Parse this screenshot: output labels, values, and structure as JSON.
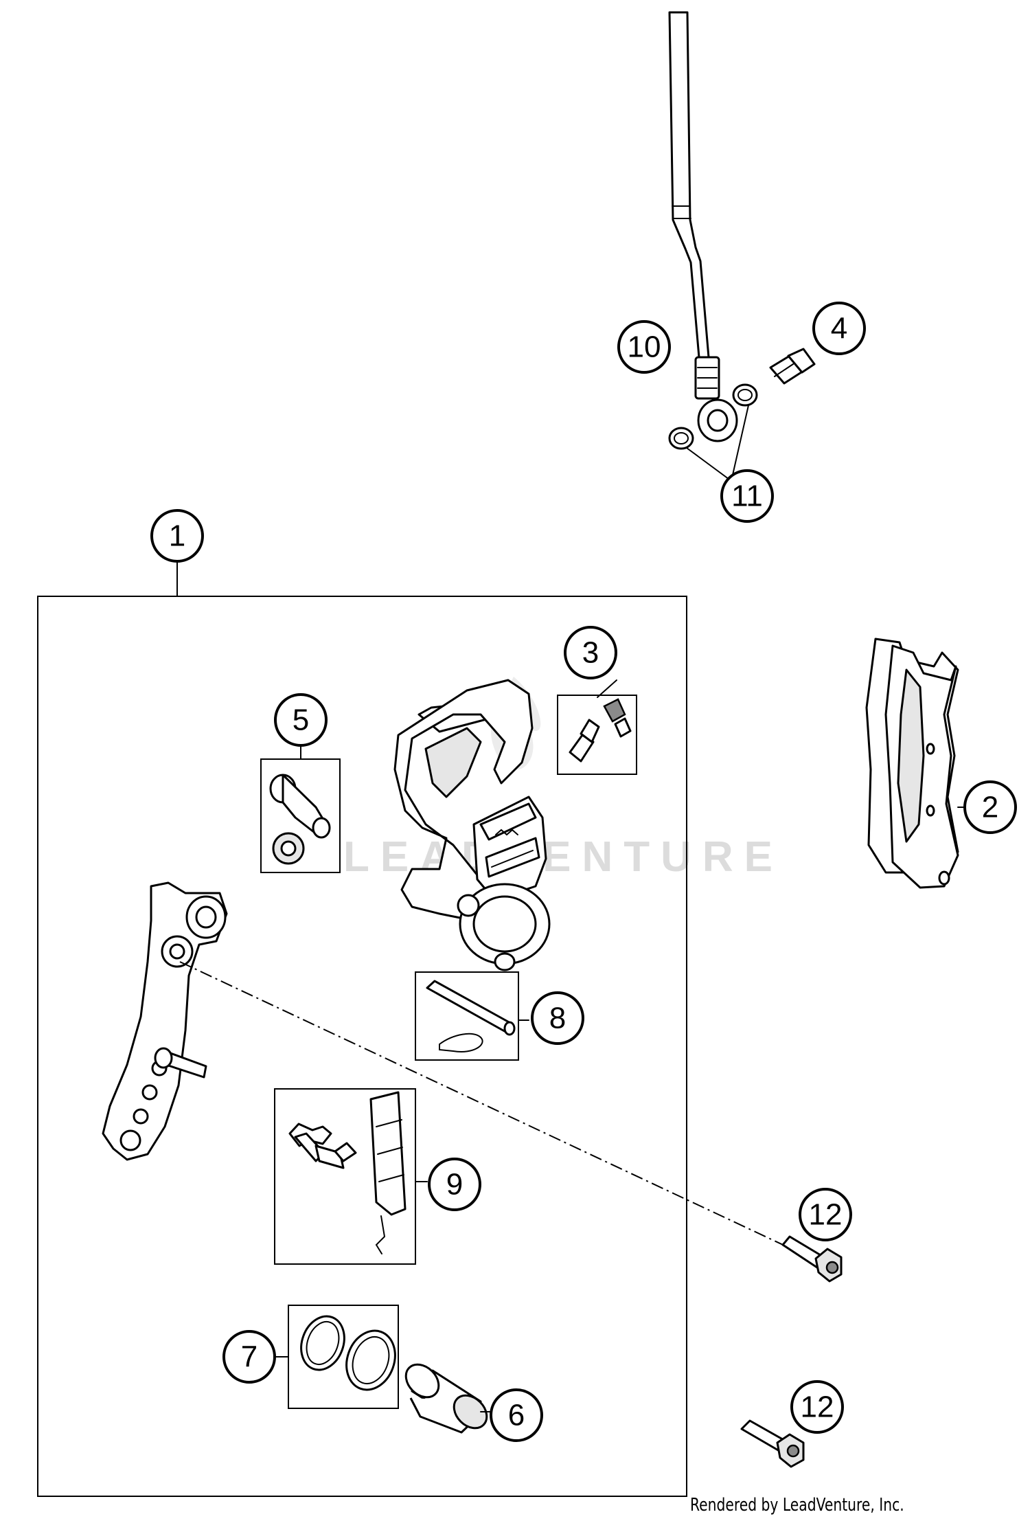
{
  "diagram": {
    "watermark": "LEADVENTURE",
    "credit": "Rendered by LeadVenture, Inc.",
    "callouts": [
      {
        "id": "callout-1",
        "label": "1"
      },
      {
        "id": "callout-2",
        "label": "2"
      },
      {
        "id": "callout-3",
        "label": "3"
      },
      {
        "id": "callout-4",
        "label": "4"
      },
      {
        "id": "callout-5",
        "label": "5"
      },
      {
        "id": "callout-6",
        "label": "6"
      },
      {
        "id": "callout-7",
        "label": "7"
      },
      {
        "id": "callout-8",
        "label": "8"
      },
      {
        "id": "callout-9",
        "label": "9"
      },
      {
        "id": "callout-10",
        "label": "10"
      },
      {
        "id": "callout-11",
        "label": "11"
      },
      {
        "id": "callout-12a",
        "label": "12"
      },
      {
        "id": "callout-12b",
        "label": "12"
      }
    ]
  }
}
